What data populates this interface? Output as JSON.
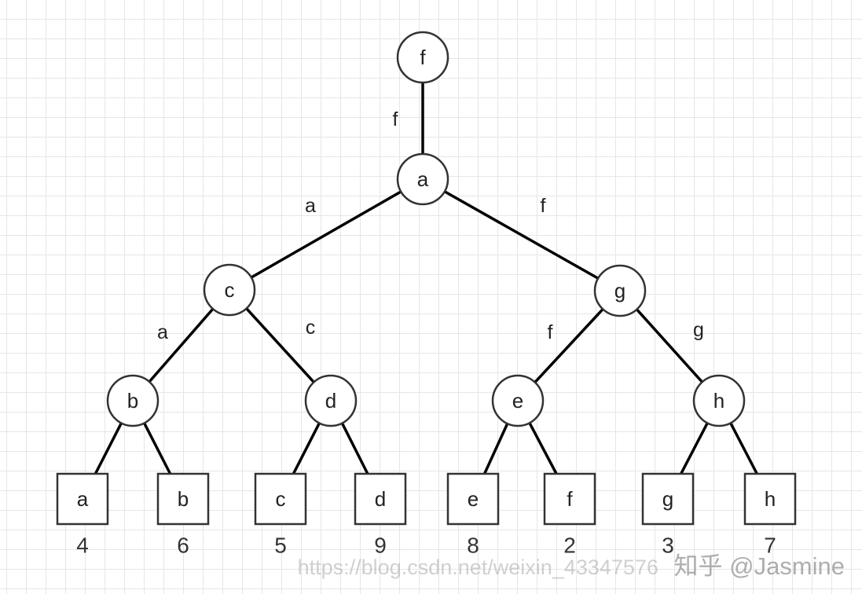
{
  "tree": {
    "internal_nodes": [
      {
        "id": "root",
        "label": "f"
      },
      {
        "id": "n-a",
        "label": "a"
      },
      {
        "id": "n-c",
        "label": "c"
      },
      {
        "id": "n-g",
        "label": "g"
      },
      {
        "id": "n-b",
        "label": "b"
      },
      {
        "id": "n-d",
        "label": "d"
      },
      {
        "id": "n-e",
        "label": "e"
      },
      {
        "id": "n-h",
        "label": "h"
      }
    ],
    "leaves": [
      {
        "id": "leaf-a",
        "label": "a",
        "value": "4"
      },
      {
        "id": "leaf-b",
        "label": "b",
        "value": "6"
      },
      {
        "id": "leaf-c",
        "label": "c",
        "value": "5"
      },
      {
        "id": "leaf-d",
        "label": "d",
        "value": "9"
      },
      {
        "id": "leaf-e",
        "label": "e",
        "value": "8"
      },
      {
        "id": "leaf-f",
        "label": "f",
        "value": "2"
      },
      {
        "id": "leaf-g",
        "label": "g",
        "value": "3"
      },
      {
        "id": "leaf-h",
        "label": "h",
        "value": "7"
      }
    ],
    "edges": [
      {
        "from": "root",
        "to": "n-a",
        "label": "f"
      },
      {
        "from": "n-a",
        "to": "n-c",
        "label": "a"
      },
      {
        "from": "n-a",
        "to": "n-g",
        "label": "f"
      },
      {
        "from": "n-c",
        "to": "n-b",
        "label": "a"
      },
      {
        "from": "n-c",
        "to": "n-d",
        "label": "c"
      },
      {
        "from": "n-g",
        "to": "n-e",
        "label": "f"
      },
      {
        "from": "n-g",
        "to": "n-h",
        "label": "g"
      },
      {
        "from": "n-b",
        "to": "leaf-a",
        "label": ""
      },
      {
        "from": "n-b",
        "to": "leaf-b",
        "label": ""
      },
      {
        "from": "n-d",
        "to": "leaf-c",
        "label": ""
      },
      {
        "from": "n-d",
        "to": "leaf-d",
        "label": ""
      },
      {
        "from": "n-e",
        "to": "leaf-e",
        "label": ""
      },
      {
        "from": "n-e",
        "to": "leaf-f",
        "label": ""
      },
      {
        "from": "n-h",
        "to": "leaf-g",
        "label": ""
      },
      {
        "from": "n-h",
        "to": "leaf-h",
        "label": ""
      }
    ]
  },
  "watermark": {
    "url": "https://blog.csdn.net/weixin_43347576",
    "brand": "知乎 @Jasmine"
  }
}
